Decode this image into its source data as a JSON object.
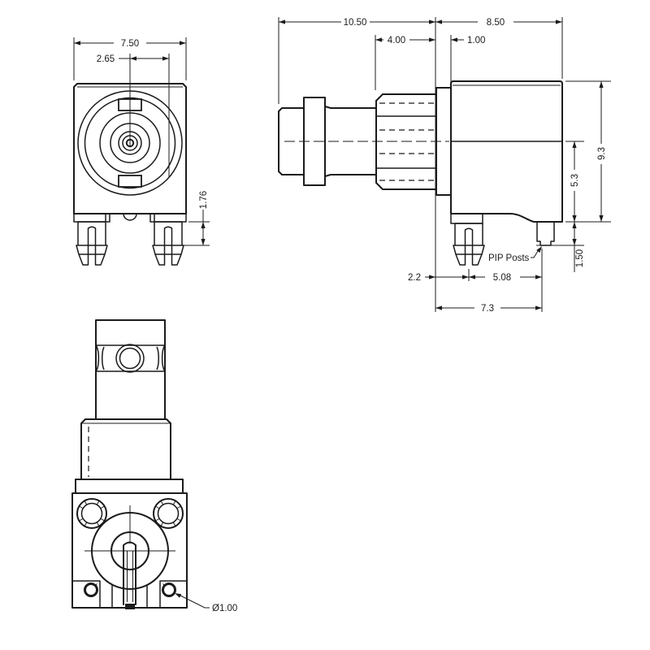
{
  "drawing": {
    "background": "#ffffff",
    "line_color": "#1b1b1b",
    "views": {
      "front": {
        "dims": {
          "overall_width": "7.50",
          "bayonet_offset": "2.65",
          "leg_shoulder": "1.76"
        }
      },
      "side": {
        "dims": {
          "overall_length": "10.50",
          "body_length": "8.50",
          "knurl_length": "4.00",
          "flange_width": "1.00",
          "body_height": "9.3",
          "axis_height": "5.3",
          "post_height": "1.50",
          "front_to_leg": "2.2",
          "leg_to_post": "5.08",
          "front_to_post": "7.3"
        },
        "pip_posts_label": "PIP Posts"
      },
      "bottom": {
        "dims": {
          "post_diameter": "Ø1.00"
        }
      }
    }
  }
}
